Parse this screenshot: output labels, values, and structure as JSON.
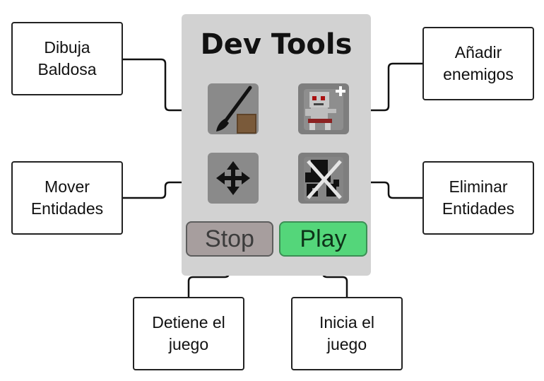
{
  "panel": {
    "title": "Dev Tools",
    "tools": [
      {
        "id": "brush",
        "icon": "paintbrush-tile-icon"
      },
      {
        "id": "enemy",
        "icon": "zombie-add-icon"
      },
      {
        "id": "move",
        "icon": "move-arrows-icon"
      },
      {
        "id": "erase",
        "icon": "zombie-crossed-icon"
      }
    ],
    "stop_label": "Stop",
    "play_label": "Play"
  },
  "callouts": {
    "dibuja": "Dibuja\nBaldosa",
    "anadir": "Añadir\nenemigos",
    "mover": "Mover\nEntidades",
    "eliminar": "Eliminar\nEntidades",
    "detiene": "Detiene el\njuego",
    "inicia": "Inicia el\njuego"
  },
  "colors": {
    "panel": "#d2d2d2",
    "tool_bg": "#8a8a8a",
    "stop": "#a79e9e",
    "play": "#54d67a",
    "tile": "#7a5a3a"
  }
}
